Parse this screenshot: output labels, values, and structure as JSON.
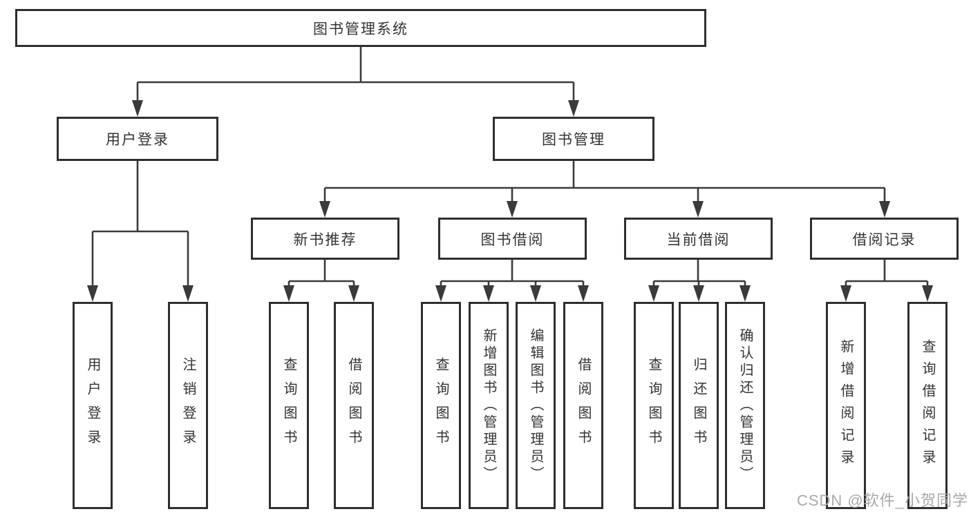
{
  "root": {
    "label": "图书管理系统"
  },
  "level2": [
    {
      "label": "用户登录"
    },
    {
      "label": "图书管理"
    }
  ],
  "level3": [
    {
      "label": "新书推荐"
    },
    {
      "label": "图书借阅"
    },
    {
      "label": "当前借阅"
    },
    {
      "label": "借阅记录"
    }
  ],
  "leaves": {
    "userLogin": [
      "用户登录",
      "注销登录"
    ],
    "newBookRec": [
      "查询图书",
      "借阅图书"
    ],
    "bookBorrow": [
      "查询图书",
      "新增图书（管理员）",
      "编辑图书（管理员）",
      "借阅图书"
    ],
    "currentBorrow": [
      "查询图书",
      "归还图书",
      "确认归还（管理员）"
    ],
    "borrowRecords": [
      "新增借阅记录",
      "查询借阅记录"
    ]
  },
  "watermark": {
    "text": "CSDN @软件_小贺同学"
  },
  "colors": {
    "line": "#3a3a3c",
    "box_border": "#2e2e30",
    "text": "#333333",
    "watermark": "#a9a9ad",
    "background": "#ffffff"
  }
}
